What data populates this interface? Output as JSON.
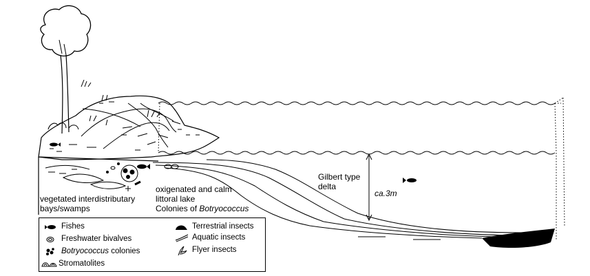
{
  "labels": {
    "bays_line1": "vegetated interdistributary",
    "bays_line2": "bays/swamps",
    "lake_line1": "oxigenated and calm",
    "lake_line2": "littoral lake",
    "lake_line3_prefix": "Colonies of ",
    "lake_line3_genus": "Botryococcus",
    "gilbert_line1": "Gilbert type",
    "gilbert_line2": "delta",
    "depth": "ca.3m"
  },
  "legend": {
    "items": [
      {
        "icon": "fish-icon",
        "label": "Fishes"
      },
      {
        "icon": "bivalve-icon",
        "label": "Freshwater bivalves"
      },
      {
        "icon": "botryococcus-colony-icon",
        "label_genus": "Botryococcus",
        "label_rest": " colonies"
      },
      {
        "icon": "stromatolite-icon",
        "label": "Stromatolites"
      },
      {
        "icon": "terrestrial-insect-icon",
        "label": "Terrestrial insects"
      },
      {
        "icon": "aquatic-insect-icon",
        "label": "Aquatic insects"
      },
      {
        "icon": "flyer-insect-icon",
        "label": "Flyer insects"
      }
    ]
  }
}
